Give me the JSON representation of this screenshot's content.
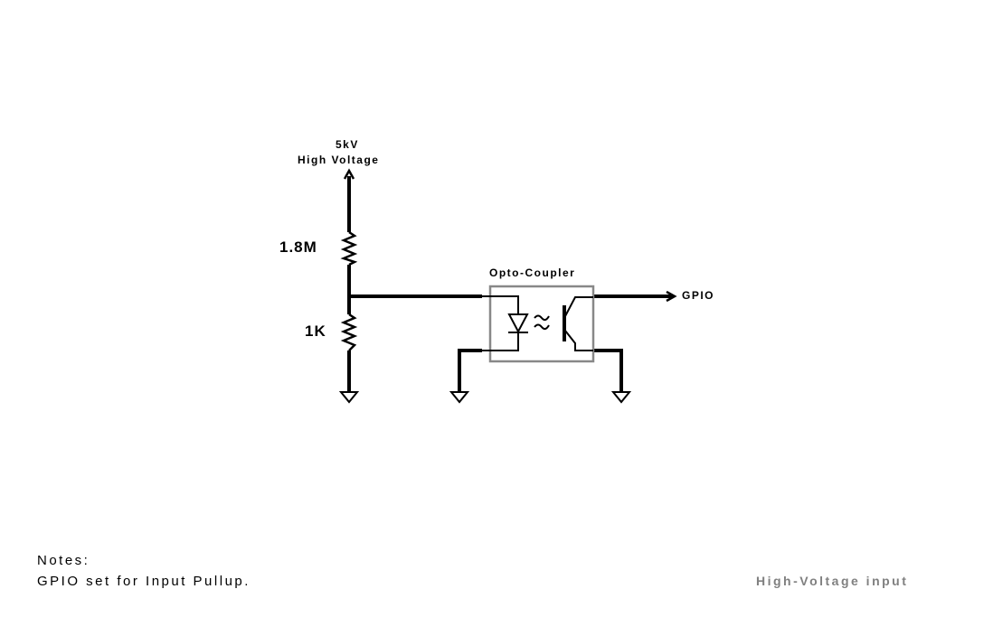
{
  "supply": {
    "voltage": "5kV",
    "label": "High Voltage"
  },
  "resistors": {
    "upper": "1.8M",
    "lower": "1K"
  },
  "optocoupler": {
    "label": "Opto-Coupler"
  },
  "output": {
    "label": "GPIO"
  },
  "notes": {
    "heading": "Notes:",
    "line1": "GPIO set for Input Pullup."
  },
  "title": "High-Voltage input",
  "colors": {
    "wire": "#000000",
    "box": "#888888",
    "title": "#808080"
  }
}
